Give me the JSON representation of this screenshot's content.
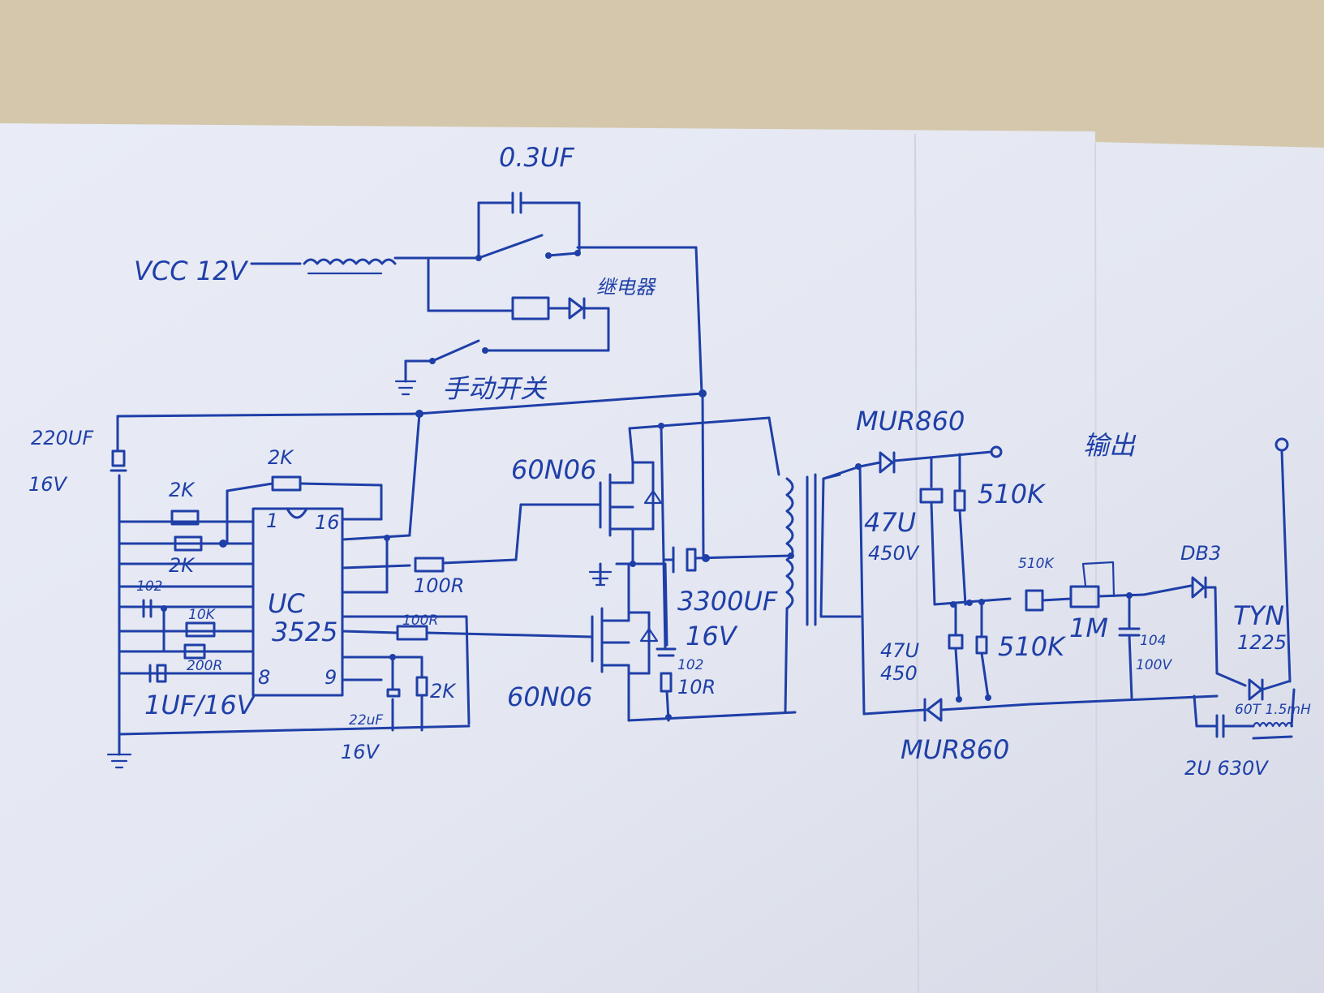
{
  "labels": {
    "cap_03uf": "0.3UF",
    "vcc": "VCC 12V",
    "relay_cn": "继电器",
    "manual_switch_cn": "手动开关",
    "cap_220uf": "220UF",
    "cap_220uf_v": "16V",
    "r_2k_top": "2K",
    "r_2k_left1": "2K",
    "r_2k_left2": "2K",
    "ic_pin1": "1",
    "ic_pin16": "16",
    "ic_name1": "UC",
    "ic_name2": "3525",
    "ic_pin8": "8",
    "ic_pin9": "9",
    "cap_102_left": "102",
    "r_10k": "10K",
    "r_200r": "200R",
    "cap_1uf": "1UF/16V",
    "r_100r_1": "100R",
    "r_100r_2": "100R",
    "cap_22uf": "22uF",
    "r_2k_right": "2K",
    "v_16_bottom": "16V",
    "mosfet_top": "60N06",
    "mosfet_bottom": "60N06",
    "cap_3300uf": "3300UF",
    "cap_3300uf_v": "16V",
    "cap_102_snub": "102",
    "r_10r": "10R",
    "diode_top": "MUR860",
    "diode_bottom": "MUR860",
    "cap_47u_top": "47U",
    "cap_47u_top_v": "450V",
    "cap_47u_bottom": "47U",
    "cap_47u_bottom_v": "450",
    "r_510k_top": "510K",
    "r_510k_mid": "510K",
    "r_510k_bottom": "510K",
    "output_cn": "输出",
    "pot_1m": "1M",
    "diac": "DB3",
    "cap_104": "104",
    "cap_104_v": "100V",
    "scr": "TYN",
    "scr_num": "1225",
    "ind_60t": "60T 1.5mH",
    "cap_2u": "2U 630V"
  },
  "colors": {
    "ink": "#1f3fa8",
    "paper": "#eceef6",
    "table": "#d4c7ab"
  }
}
